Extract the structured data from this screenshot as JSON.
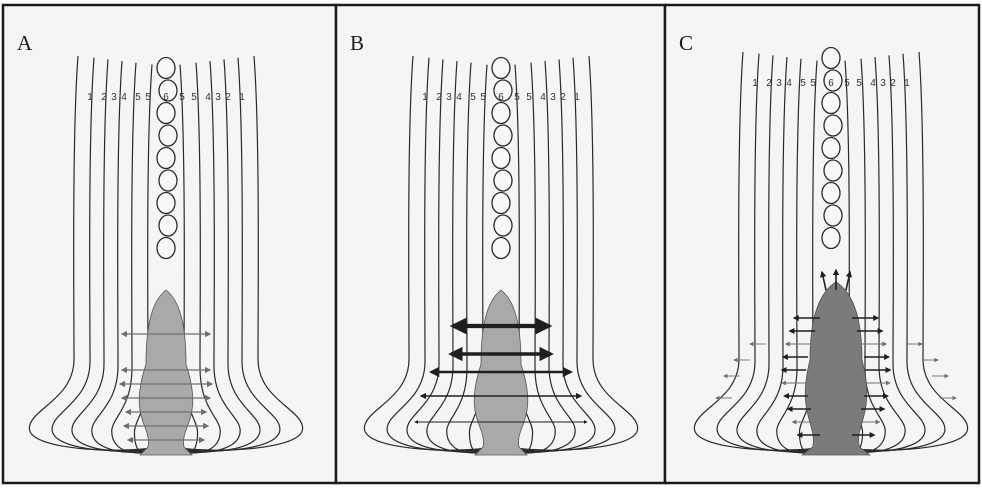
{
  "panels": [
    {
      "id": "A",
      "letter": "A",
      "left_ranks": [
        "1",
        "2",
        "3",
        "4",
        "5",
        "5"
      ],
      "center_rank": "6",
      "right_ranks": [
        "5",
        "5",
        "4",
        "3",
        "2",
        "1"
      ],
      "bud_color": "#a9a9a9",
      "arrow_style": "thin-gray-bidirectional"
    },
    {
      "id": "B",
      "letter": "B",
      "left_ranks": [
        "1",
        "2",
        "3",
        "4",
        "5",
        "5"
      ],
      "center_rank": "6",
      "right_ranks": [
        "5",
        "5",
        "4",
        "3",
        "2",
        "1"
      ],
      "bud_color": "#a9a9a9",
      "arrow_style": "bold-black-bidirectional"
    },
    {
      "id": "C",
      "letter": "C",
      "left_ranks": [
        "1",
        "2",
        "3",
        "4",
        "5",
        "5"
      ],
      "center_rank": "6",
      "right_ranks": [
        "5",
        "5",
        "4",
        "3",
        "2",
        "1"
      ],
      "bud_color": "#7b7b7b",
      "arrow_style": "short-radial-outward"
    }
  ],
  "colors": {
    "background": "#f5f5f3",
    "line": "#2a2a2a",
    "arrow_dark": "#1f1f1f",
    "arrow_gray": "#6f6f6f"
  }
}
